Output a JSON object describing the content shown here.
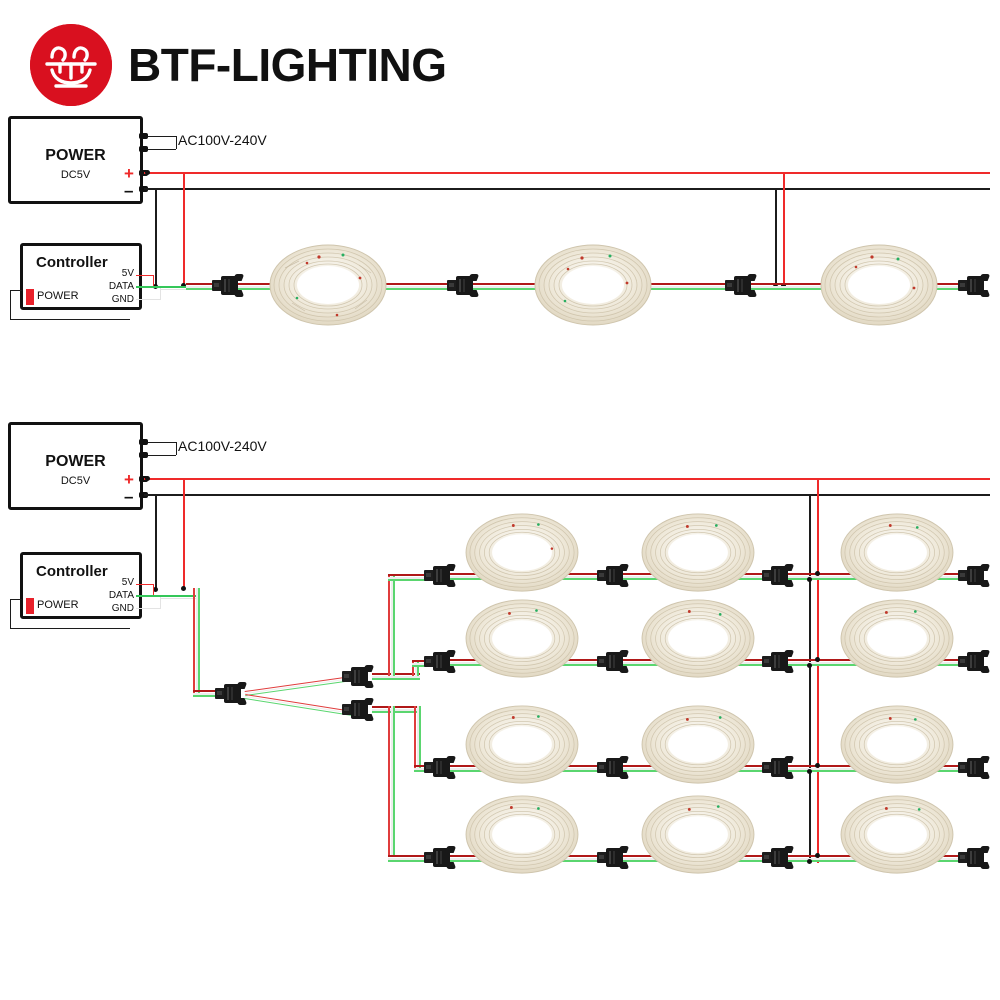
{
  "brand": {
    "name": "BTF-LIGHTING",
    "logo_icon": "btf-roundel-icon",
    "logo_color": "#d9101f"
  },
  "colors": {
    "wire_positive": "#ef2a2a",
    "wire_negative": "#1c1c1c",
    "wire_data": "#34c759",
    "wire_ground": "#e3e3e3",
    "led_indicator": "#e8202a",
    "outline": "#111111"
  },
  "diagrams": [
    {
      "id": "single-run",
      "power_supply": {
        "title": "POWER",
        "subtitle": "DC5V",
        "ac_label": "AC100V-240V",
        "terminal_positive": "+",
        "terminal_negative": "–"
      },
      "controller": {
        "title": "Controller",
        "power_label": "POWER",
        "pins": [
          "5V",
          "DATA",
          "GND"
        ]
      },
      "led_strings": 3,
      "connectors": 4,
      "power_injection_points": 1
    },
    {
      "id": "multi-run-grid",
      "power_supply": {
        "title": "POWER",
        "subtitle": "DC5V",
        "ac_label": "AC100V-240V",
        "terminal_positive": "+",
        "terminal_negative": "–"
      },
      "controller": {
        "title": "Controller",
        "power_label": "POWER",
        "pins": [
          "5V",
          "DATA",
          "GND"
        ]
      },
      "splitter": {
        "inputs": 1,
        "outputs": 2
      },
      "rows": 4,
      "columns": 3,
      "led_strings": 12,
      "power_injection_points": 4
    }
  ]
}
